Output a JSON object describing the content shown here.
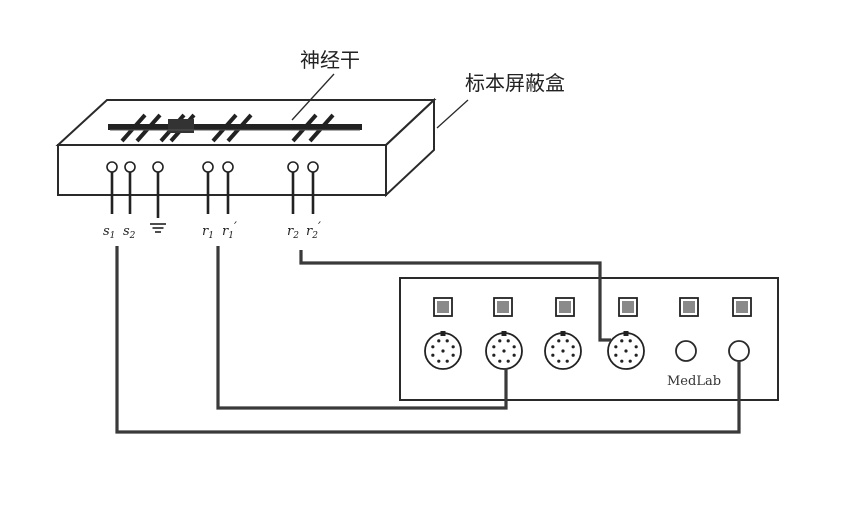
{
  "labels": {
    "nerve": "神经干",
    "box": "标本屏蔽盒",
    "brand": "MedLab"
  },
  "electrodes": [
    {
      "letter": "s",
      "sub": "1",
      "prime": ""
    },
    {
      "letter": "s",
      "sub": "2",
      "prime": ""
    },
    {
      "letter": "",
      "sub": "",
      "prime": "",
      "ground": true
    },
    {
      "letter": "r",
      "sub": "1",
      "prime": ""
    },
    {
      "letter": "r",
      "sub": "1",
      "prime": "′"
    },
    {
      "letter": "r",
      "sub": "2",
      "prime": ""
    },
    {
      "letter": "r",
      "sub": "2",
      "prime": "′"
    }
  ],
  "colors": {
    "line": "#2a2a2a",
    "wire": "#3a3a3a",
    "button_fill": "#8a8a8a",
    "background": "#ffffff"
  }
}
